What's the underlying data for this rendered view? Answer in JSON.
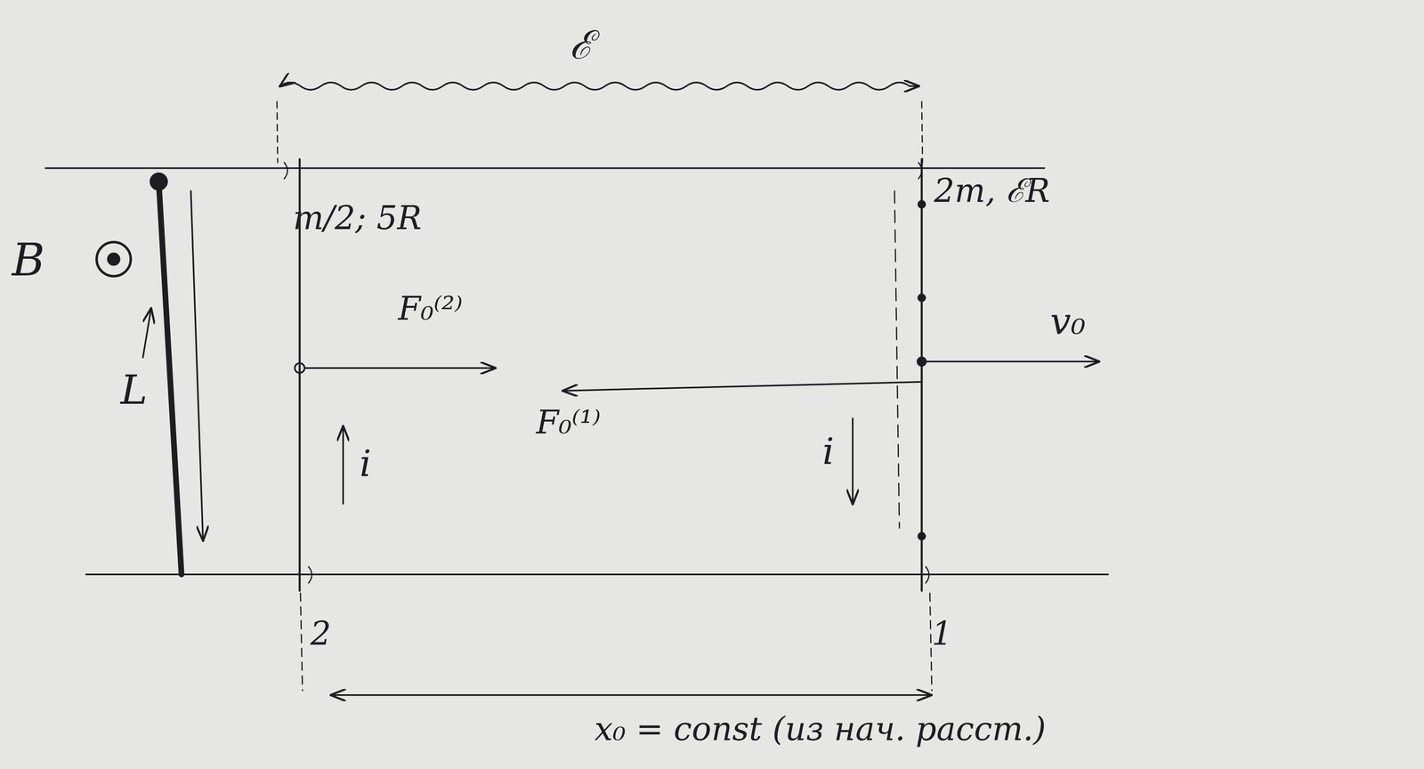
{
  "diagram": {
    "labels": [
      "ℰ",
      "B",
      "L",
      "m/2; 5R",
      "F₀⁽²⁾",
      "i",
      "2m, ℰR",
      "v₀",
      "F₀⁽¹⁾",
      "i",
      "2",
      "1",
      "x₀ = const (из нач. расст.)"
    ]
  }
}
